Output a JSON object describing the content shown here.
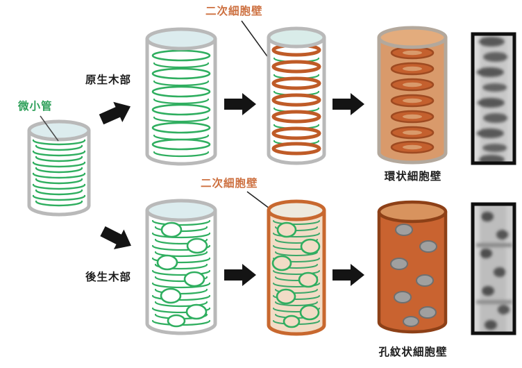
{
  "labels": {
    "microtubule": "微小管",
    "protoxylem": "原生木部",
    "secondary_wall_top": "二次細胞壁",
    "secondary_wall_bottom": "二次細胞壁",
    "metaxylem": "後生木部",
    "annular_wall": "環状細胞壁",
    "pitted_wall": "孔紋状細胞壁"
  },
  "colors": {
    "microtubule_green": "#2fae5f",
    "green_label": "#2fa05a",
    "secondary_wall_orange": "#bf5b27",
    "orange_label": "#cd7040",
    "result_orange_fill": "#c96330",
    "cylinder_outline_gray": "#b9b9b9",
    "cylinder_top_fill": "#dcecee",
    "pit_gray": "#a0a0a0",
    "arrow_black": "#141414"
  },
  "figures": {
    "annular_micrograph": "micrograph-annular-thickening",
    "pitted_micrograph": "micrograph-pitted-wall"
  }
}
